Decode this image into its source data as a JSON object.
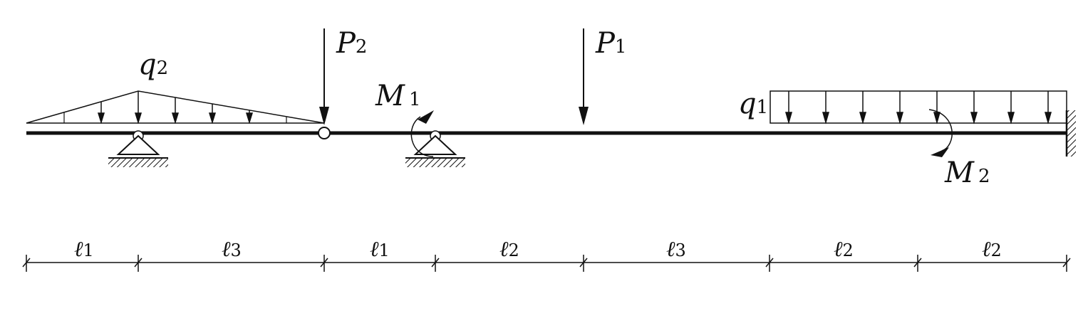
{
  "loads": {
    "P2": {
      "symbol": "P",
      "sub": "2"
    },
    "P1": {
      "symbol": "P",
      "sub": "1"
    },
    "M1": {
      "symbol": "M",
      "sub": "1"
    },
    "M2": {
      "symbol": "M",
      "sub": "2"
    },
    "q1": {
      "symbol": "q",
      "sub": "1"
    },
    "q2": {
      "symbol": "q",
      "sub": "2"
    }
  },
  "spans": [
    {
      "symbol": "ℓ",
      "sub": "1"
    },
    {
      "symbol": "ℓ",
      "sub": "3"
    },
    {
      "symbol": "ℓ",
      "sub": "1"
    },
    {
      "symbol": "ℓ",
      "sub": "2"
    },
    {
      "symbol": "ℓ",
      "sub": "3"
    },
    {
      "symbol": "ℓ",
      "sub": "2"
    },
    {
      "symbol": "ℓ",
      "sub": "2"
    }
  ]
}
